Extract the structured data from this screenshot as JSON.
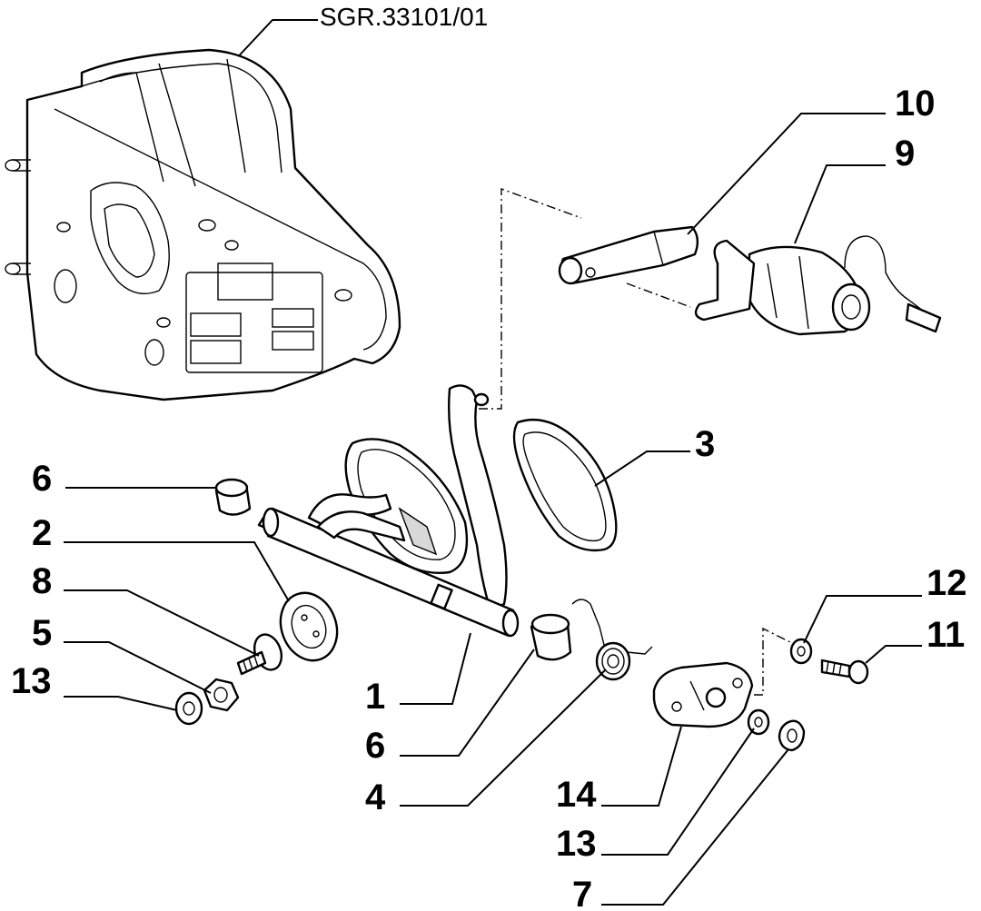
{
  "reference": "SGR.33101/01",
  "labels": {
    "l1": "1",
    "l2": "2",
    "l3": "3",
    "l4": "4",
    "l5": "5",
    "l6a": "6",
    "l6b": "6",
    "l7": "7",
    "l8": "8",
    "l9": "9",
    "l10": "10",
    "l11": "11",
    "l12": "12",
    "l13a": "13",
    "l13b": "13",
    "l14": "14"
  }
}
